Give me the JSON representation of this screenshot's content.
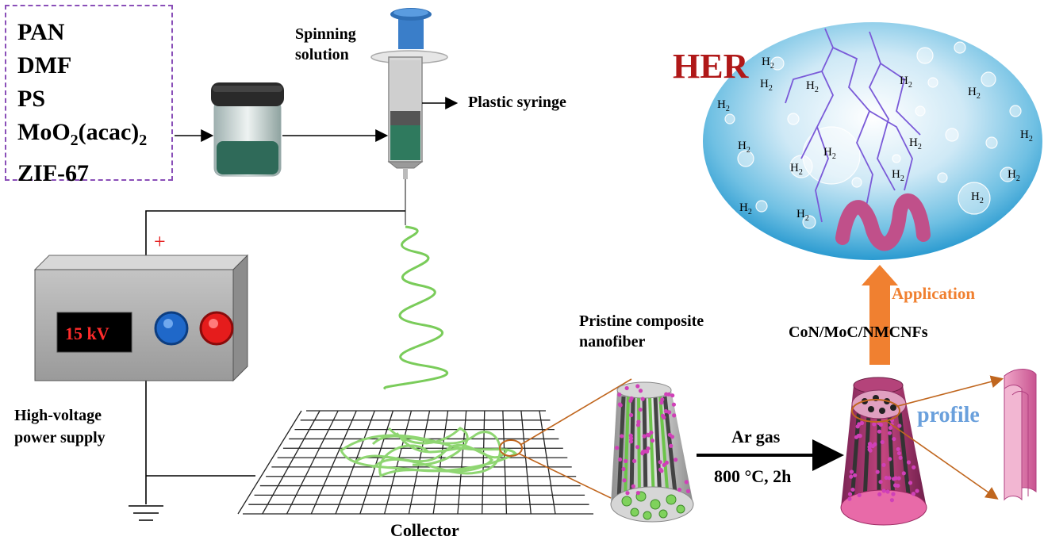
{
  "reagents": {
    "items": [
      "PAN",
      "DMF",
      "PS",
      "MoO2(acac)2",
      "ZIF-67"
    ],
    "moo2_parts": {
      "a": "MoO",
      "sub1": "2",
      "b": "(acac)",
      "sub2": "2"
    }
  },
  "labels": {
    "spinning_solution_line1": "Spinning",
    "spinning_solution_line2": "solution",
    "plastic_syringe": "Plastic syringe",
    "power_supply_line1": "High-voltage",
    "power_supply_line2": "power supply",
    "display_value": "15 kV",
    "plus_sign": "+",
    "collector": "Collector",
    "pristine_line1": "Pristine composite",
    "pristine_line2": "nanofiber",
    "ar_gas": "Ar gas",
    "condition": "800 °C, 2h",
    "product": "CoN/MoC/NMCNFs",
    "application": "Application",
    "her": "HER",
    "profile": "profile",
    "h2": "H",
    "h2_sub": "2"
  },
  "colors": {
    "dashed_box": "#8a4fb8",
    "her_red": "#b01818",
    "application_orange": "#f08030",
    "profile_blue": "#6aa0dc",
    "fiber_green": "#7acc5a",
    "pink": "#d94a88",
    "display_red": "#ff2b2b"
  }
}
